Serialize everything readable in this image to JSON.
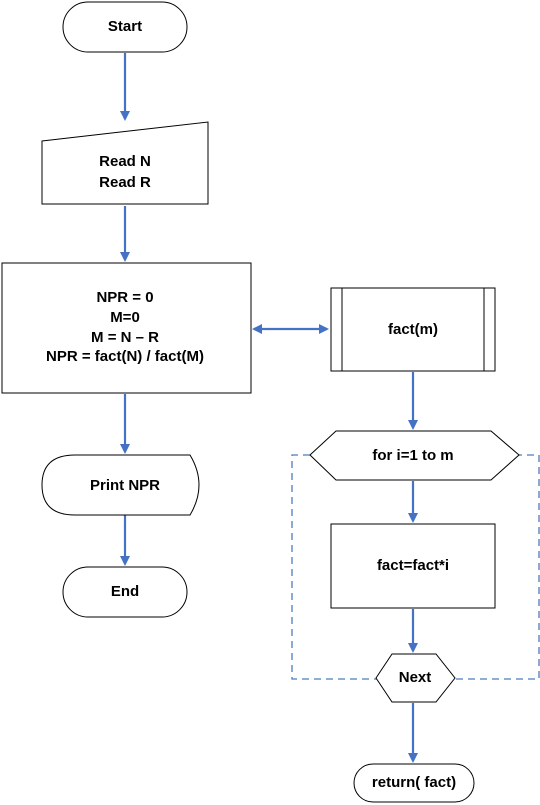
{
  "diagram": {
    "nodes": {
      "start": {
        "label": "Start"
      },
      "read": {
        "lines": [
          "Read N",
          "Read R"
        ]
      },
      "process": {
        "lines": [
          "NPR = 0",
          "M=0",
          "M = N – R",
          "NPR = fact(N) / fact(M)"
        ]
      },
      "print": {
        "label": "Print NPR"
      },
      "end": {
        "label": "End"
      },
      "fact": {
        "label": "fact(m)"
      },
      "loop": {
        "label": "for i=1 to m"
      },
      "body": {
        "label": "fact=fact*i"
      },
      "next": {
        "label": "Next"
      },
      "return": {
        "label": "return( fact)"
      }
    },
    "colors": {
      "arrow": "#4472C4",
      "loop_border": "#4A7EBB",
      "shape_stroke": "#000000",
      "shape_fill": "#FFFFFF",
      "text": "#000000"
    }
  }
}
